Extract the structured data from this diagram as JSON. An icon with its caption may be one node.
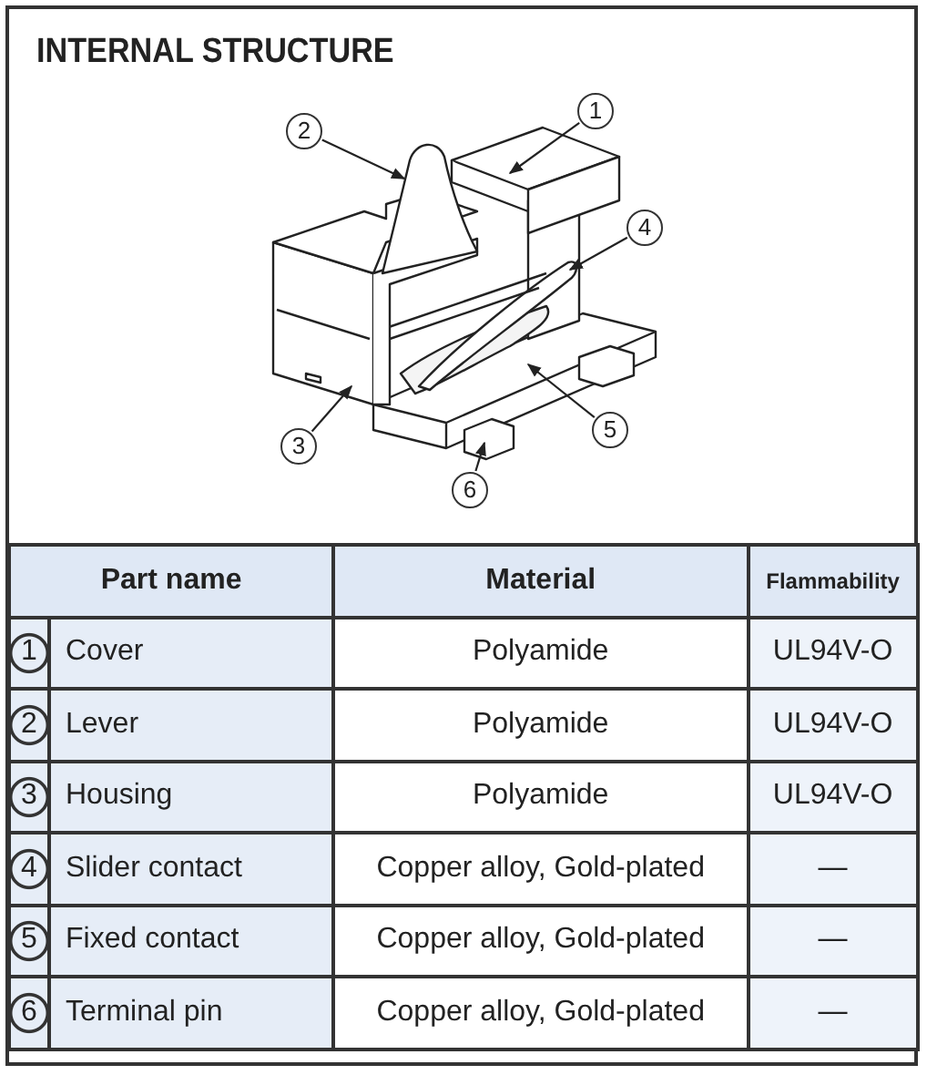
{
  "diagram": {
    "title": "INTERNAL STRUCTURE",
    "nodes": [
      {
        "text": [
          "1"
        ]
      },
      {
        "text": [
          "2"
        ]
      },
      {
        "text": [
          "4"
        ]
      },
      {
        "text": [
          "5"
        ]
      },
      {
        "text": [
          "3"
        ]
      },
      {
        "text": [
          "6"
        ]
      }
    ],
    "edges": [
      {
        "from": 0,
        "to": null,
        "arrow": "to"
      },
      {
        "from": 1,
        "to": null,
        "arrow": "to"
      },
      {
        "from": 2,
        "to": null,
        "arrow": "to"
      },
      {
        "from": 3,
        "to": null,
        "arrow": "to"
      },
      {
        "from": 4,
        "to": null,
        "arrow": "to"
      },
      {
        "from": 5,
        "to": null,
        "arrow": "to"
      }
    ],
    "labels": [
      "Part name",
      "Material",
      "Flammability",
      "1",
      "Cover",
      "Polyamide",
      "UL94V-O",
      "2",
      "Lever",
      "Polyamide",
      "UL94V-O",
      "3",
      "Housing",
      "Polyamide",
      "UL94V-O",
      "4",
      "Slider contact",
      "Copper alloy, Gold-plated",
      "—",
      "5",
      "Fixed contact",
      "Copper alloy, Gold-plated",
      "—",
      "6",
      "Terminal pin",
      "Copper alloy, Gold-plated",
      "—"
    ]
  }
}
